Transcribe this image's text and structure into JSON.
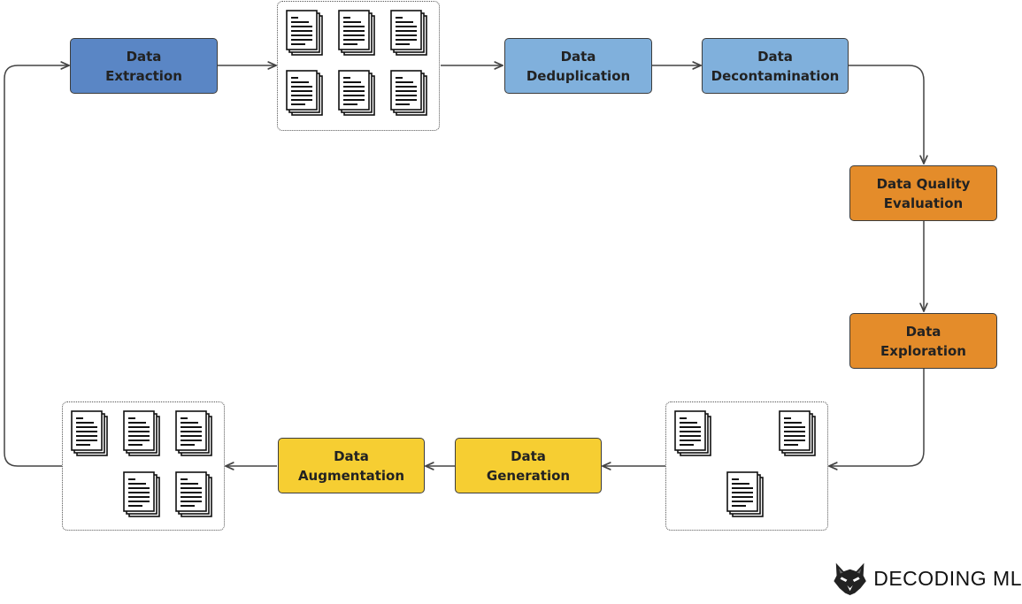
{
  "nodes": {
    "extraction": {
      "line1": "Data",
      "line2": "Extraction"
    },
    "deduplication": {
      "line1": "Data",
      "line2": "Deduplication"
    },
    "decontamination": {
      "line1": "Data",
      "line2": "Decontamination"
    },
    "quality": {
      "line1": "Data Quality",
      "line2": "Evaluation"
    },
    "exploration": {
      "line1": "Data",
      "line2": "Exploration"
    },
    "generation": {
      "line1": "Data",
      "line2": "Generation"
    },
    "augmentation": {
      "line1": "Data",
      "line2": "Augmentation"
    }
  },
  "colors": {
    "extraction": "#5a86c5",
    "dedup_decontam": "#80b0dc",
    "quality_exploration": "#e48c2a",
    "generation_augmentation": "#f6ce32",
    "edge": "#444444"
  },
  "brand": {
    "name": "DECODING ML",
    "logo_icon": "wolf-head-icon"
  }
}
